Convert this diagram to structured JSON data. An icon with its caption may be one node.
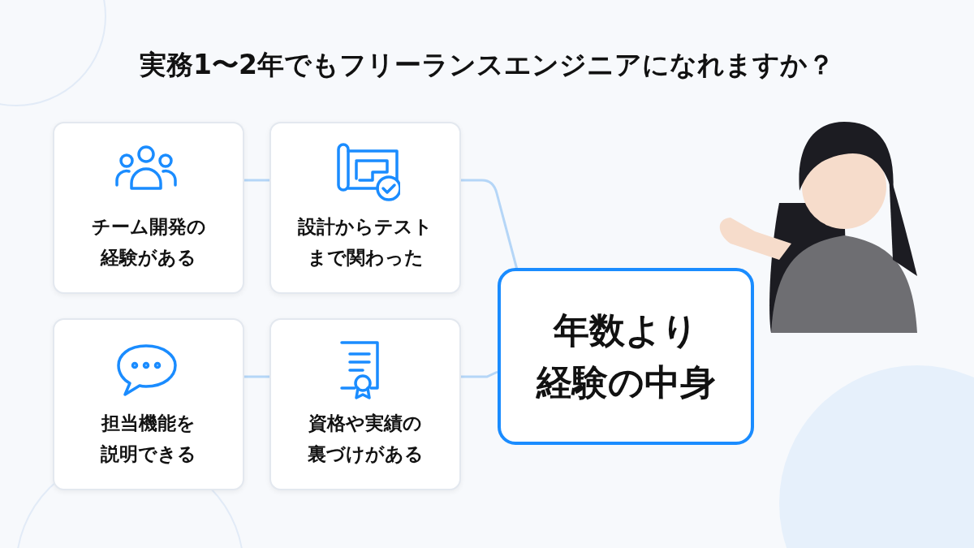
{
  "diagram": {
    "title": "実務1〜2年でもフリーランスエンジニアになれますか？",
    "nodes": [
      {
        "text": [
          "チーム開発の経験がある"
        ]
      },
      {
        "text": [
          "設計からテストまで関わった"
        ]
      },
      {
        "text": [
          "担当機能を説明できる"
        ]
      },
      {
        "text": [
          "資格や実績の裏づけがある"
        ]
      },
      {
        "text": [
          "年数より経験の中身"
        ]
      }
    ],
    "edges": [
      {
        "from": 0,
        "to": 1,
        "arrow": "none"
      },
      {
        "from": 1,
        "to": 4,
        "arrow": "none"
      },
      {
        "from": 2,
        "to": 3,
        "arrow": "none"
      },
      {
        "from": 3,
        "to": 4,
        "arrow": "none"
      }
    ]
  }
}
